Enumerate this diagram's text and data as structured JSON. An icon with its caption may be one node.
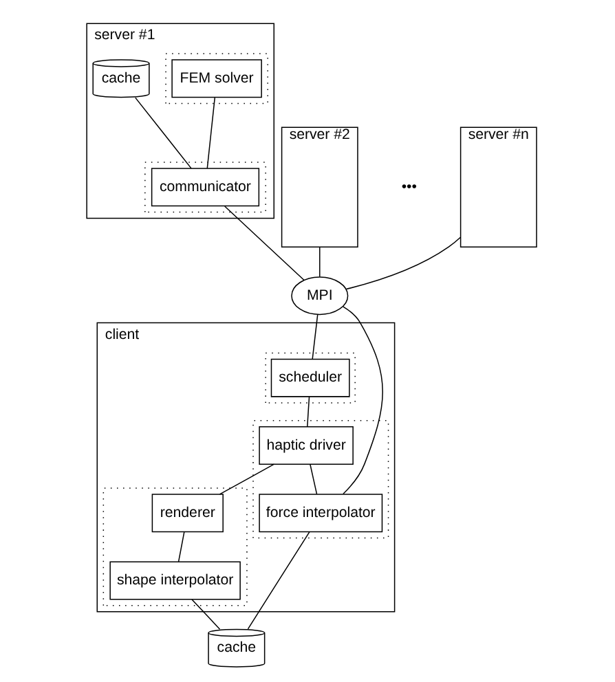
{
  "diagram": {
    "nodes": [
      {
        "text": [
          "server #1"
        ]
      },
      {
        "text": [],
        "shape": "box",
        "in": 0
      },
      {
        "text": [
          "FEM solver"
        ],
        "in": 1
      },
      {
        "text": [
          "cache"
        ],
        "in": 0
      },
      {
        "text": [],
        "shape": "box",
        "in": 0
      },
      {
        "text": [
          "communicator"
        ],
        "in": 4
      },
      {
        "text": [
          "server #2"
        ]
      },
      {
        "text": [
          "server #n"
        ]
      },
      {
        "text": [
          "MPI"
        ]
      },
      {
        "text": [
          "client"
        ]
      },
      {
        "text": [],
        "shape": "box",
        "in": 9
      },
      {
        "text": [
          "scheduler"
        ],
        "in": 10
      },
      {
        "text": [],
        "shape": "box",
        "in": 9
      },
      {
        "text": [
          "haptic driver"
        ],
        "in": 12
      },
      {
        "text": [
          "force interpolator"
        ],
        "in": 12
      },
      {
        "text": [
          "cache"
        ]
      },
      {
        "text": [],
        "shape": "box",
        "in": 9
      },
      {
        "text": [
          "renderer"
        ],
        "in": 16
      },
      {
        "text": [
          "shape interpolator"
        ],
        "in": 16
      }
    ],
    "edges": [
      {
        "from": 2,
        "to": 5,
        "arrow": "none"
      },
      {
        "from": 3,
        "to": 5,
        "arrow": "none"
      },
      {
        "from": 5,
        "to": 8,
        "arrow": "none"
      },
      {
        "from": 6,
        "to": 8,
        "arrow": "none"
      },
      {
        "from": 7,
        "to": 8,
        "arrow": "none"
      },
      {
        "from": 8,
        "to": 11,
        "arrow": "none"
      },
      {
        "from": 8,
        "to": 14,
        "arrow": "none"
      },
      {
        "from": 11,
        "to": 13,
        "arrow": "none"
      },
      {
        "from": 13,
        "to": 14,
        "arrow": "none"
      },
      {
        "from": 13,
        "to": 17,
        "arrow": "none"
      },
      {
        "from": 17,
        "to": 18,
        "arrow": "none"
      },
      {
        "from": 14,
        "to": 15,
        "arrow": "none"
      },
      {
        "from": 18,
        "to": 15,
        "arrow": "none"
      }
    ],
    "labels": [
      "•••"
    ]
  }
}
